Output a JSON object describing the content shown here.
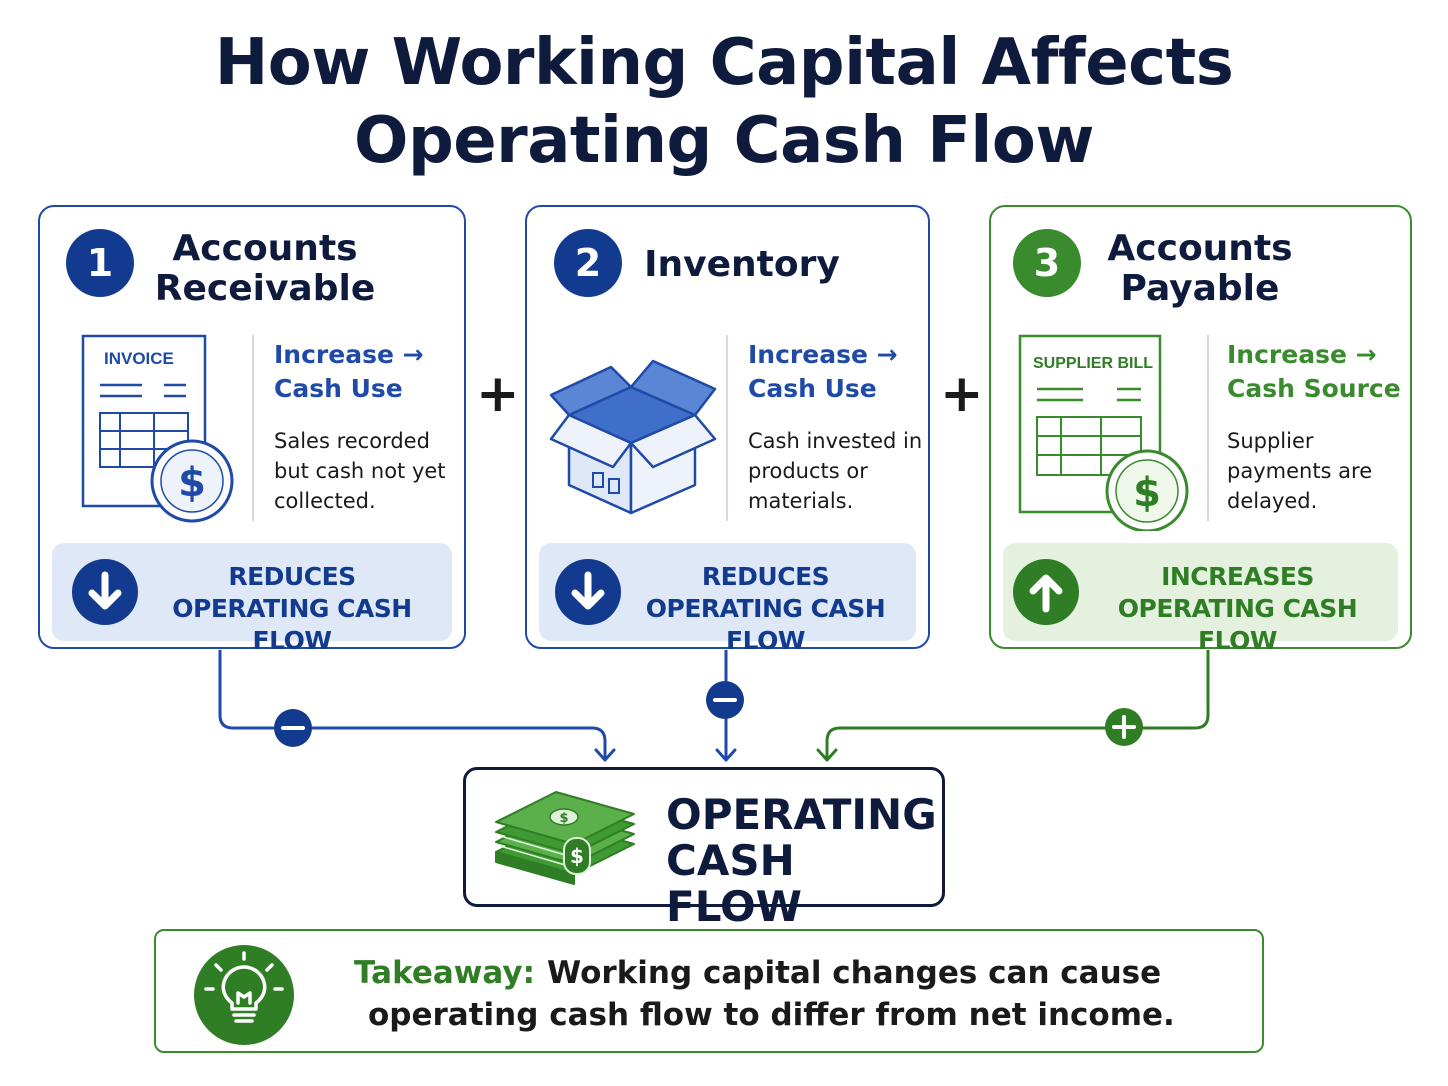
{
  "title": {
    "line1": "How Working Capital Affects",
    "line2": "Operating Cash Flow"
  },
  "cards": [
    {
      "number": "1",
      "title_line1": "Accounts",
      "title_line2": "Receivable",
      "doc_label": "INVOICE",
      "effect_line1": "Increase →",
      "effect_line2": "Cash Use",
      "desc_lines": [
        "Sales recorded",
        "but cash not yet",
        "collected."
      ],
      "banner_line1": "REDUCES",
      "banner_line2": "OPERATING CASH FLOW",
      "connector_sign": "−",
      "color": "#123b8f"
    },
    {
      "number": "2",
      "title_line1": "Inventory",
      "effect_line1": "Increase →",
      "effect_line2": "Cash Use",
      "desc_lines": [
        "Cash invested in",
        "products or",
        "materials."
      ],
      "banner_line1": "REDUCES",
      "banner_line2": "OPERATING CASH FLOW",
      "connector_sign": "−",
      "color": "#123b8f"
    },
    {
      "number": "3",
      "title_line1": "Accounts",
      "title_line2": "Payable",
      "doc_label": "SUPPLIER BILL",
      "effect_line1": "Increase →",
      "effect_line2": "Cash Source",
      "desc_lines": [
        "Supplier",
        "payments are",
        "delayed."
      ],
      "banner_line1": "INCREASES",
      "banner_line2": "OPERATING CASH FLOW",
      "connector_sign": "+",
      "color": "#2f7d24"
    }
  ],
  "operators": [
    "+",
    "+"
  ],
  "result": {
    "line1": "OPERATING",
    "line2": "CASH FLOW"
  },
  "takeaway": {
    "label": "Takeaway:",
    "line1": "Working capital changes can cause",
    "line2": "operating cash flow to differ from net income."
  },
  "icons": {
    "card1_doc": "invoice-icon",
    "card2_box": "open-box-icon",
    "card3_doc": "supplier-bill-icon",
    "reduce_arrow": "arrow-down-icon",
    "increase_arrow": "arrow-up-icon",
    "cash": "money-stack-icon",
    "takeaway": "lightbulb-icon"
  },
  "colors": {
    "navy": "#0f1b3d",
    "blue": "#123b8f",
    "green": "#2f7d24",
    "blue_banner": "#dfe8f7",
    "green_banner": "#e4f1de"
  }
}
